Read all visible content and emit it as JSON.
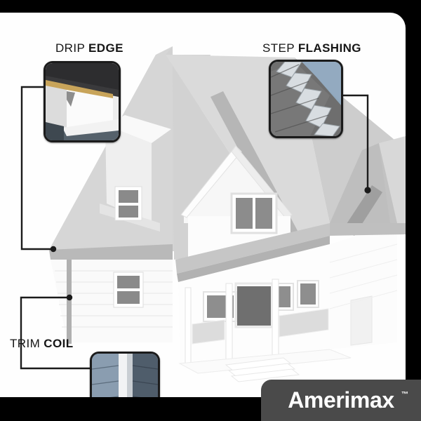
{
  "brand": {
    "name": "Amerimax",
    "trademark": "™",
    "plate_color": "#4a4a4a"
  },
  "frame": {
    "background": "#000000",
    "card_color": "#fefefe"
  },
  "callouts": [
    {
      "id": "drip-edge",
      "label_light": "DRIP",
      "label_bold": "EDGE",
      "full_label": "DRIP EDGE",
      "thumbnail": "drip-edge-photo",
      "thumbnail_description": "Close-up of white drip edge metal installed under dark asphalt shingles over a tan fascia board",
      "colors": {
        "shingle": "#2d2d2f",
        "fascia": "#c8a45a",
        "metal": "#f4f4f4",
        "shadow": "#55616b"
      }
    },
    {
      "id": "step-flashing",
      "label_light": "STEP",
      "label_bold": "FLASHING",
      "full_label": "STEP FLASHING",
      "thumbnail": "step-flashing-photo",
      "thumbnail_description": "Close-up of metal step flashing pieces stepped along a roof-to-wall joint with gray shingles and blue-gray siding",
      "colors": {
        "shingle": "#6e6e6e",
        "flashing": "#d8dde1",
        "sky": "#8fa8bd"
      }
    },
    {
      "id": "trim-coil",
      "label_light": "TRIM",
      "label_bold": "COIL",
      "full_label": "TRIM COIL",
      "thumbnail": "trim-coil-photo",
      "thumbnail_description": "Close-up of blue-gray aluminum trim coil wrapped around a corner post with a white highlight band",
      "colors": {
        "left_panel": "#8296ab",
        "highlight": "#f2f3f4",
        "right_panel": "#4f5d6b"
      }
    }
  ],
  "illustration": {
    "subject": "two-story house line drawing",
    "leader_line_color": "#1b1b1b",
    "roof_color": "#d2d2d2",
    "wall_color": "#fbfbfb",
    "window_color": "#8a8a8a",
    "leaders": [
      {
        "callout": "drip-edge",
        "target": "lower-roof-eave-left"
      },
      {
        "callout": "step-flashing",
        "target": "main-roof-valley-right"
      },
      {
        "callout": "trim-coil",
        "target": "corner-trim-board"
      }
    ]
  }
}
